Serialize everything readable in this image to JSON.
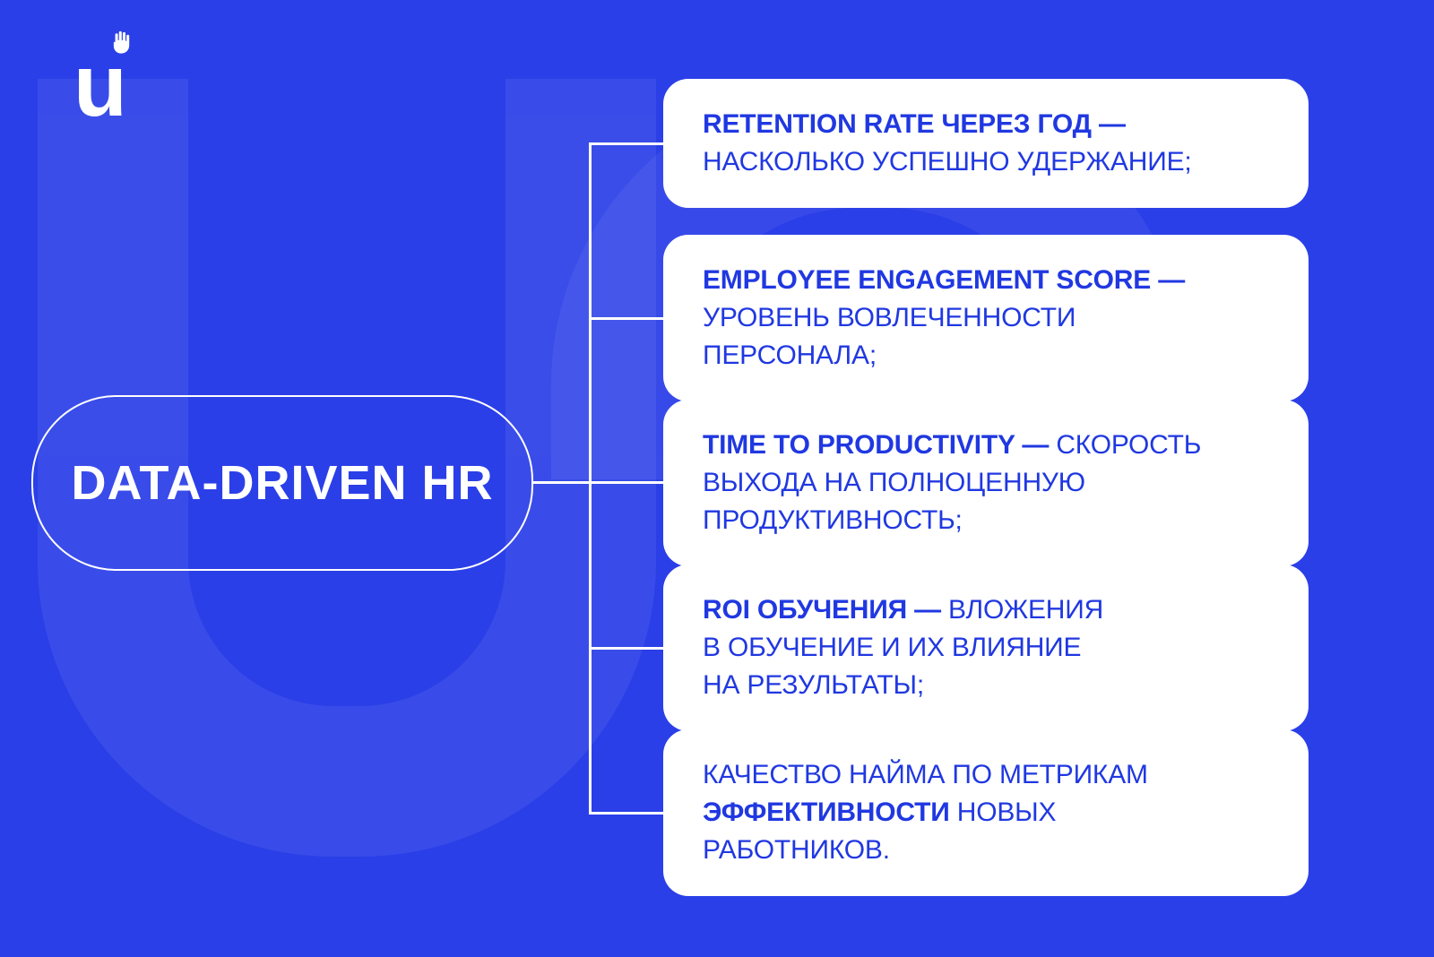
{
  "meta": {
    "title": "Data-Driven HR infographic"
  },
  "colors": {
    "background": "#2B3FE8",
    "card_background": "#FFFFFF",
    "card_text": "#2038E1",
    "connector": "#FFFFFF"
  },
  "logo": {
    "letter": "u",
    "icon": "hand-icon"
  },
  "node": {
    "title": "DATA-DRIVEN HR"
  },
  "cards": [
    {
      "bold": "RETENTION RATE ЧЕРЕЗ ГОД —\n",
      "text": "НАСКОЛЬКО УСПЕШНО УДЕРЖАНИЕ;"
    },
    {
      "bold": "EMPLOYEE ENGAGEMENT SCORE —\n",
      "text": "УРОВЕНЬ ВОВЛЕЧЕННОСТИ\nПЕРСОНАЛА;"
    },
    {
      "bold": "TIME TO PRODUCTIVITY — ",
      "text": "СКОРОСТЬ\nВЫХОДА НА ПОЛНОЦЕННУЮ\nПРОДУКТИВНОСТЬ;"
    },
    {
      "bold": "ROI ОБУЧЕНИЯ — ",
      "text": "ВЛОЖЕНИЯ\nВ ОБУЧЕНИЕ И ИХ ВЛИЯНИЕ\nНА РЕЗУЛЬТАТЫ;"
    },
    {
      "pre": "КАЧЕСТВО НАЙМА ПО МЕТРИКАМ\n",
      "bold": "ЭФФЕКТИВНОСТИ",
      "post": " НОВЫХ\nРАБОТНИКОВ."
    }
  ]
}
